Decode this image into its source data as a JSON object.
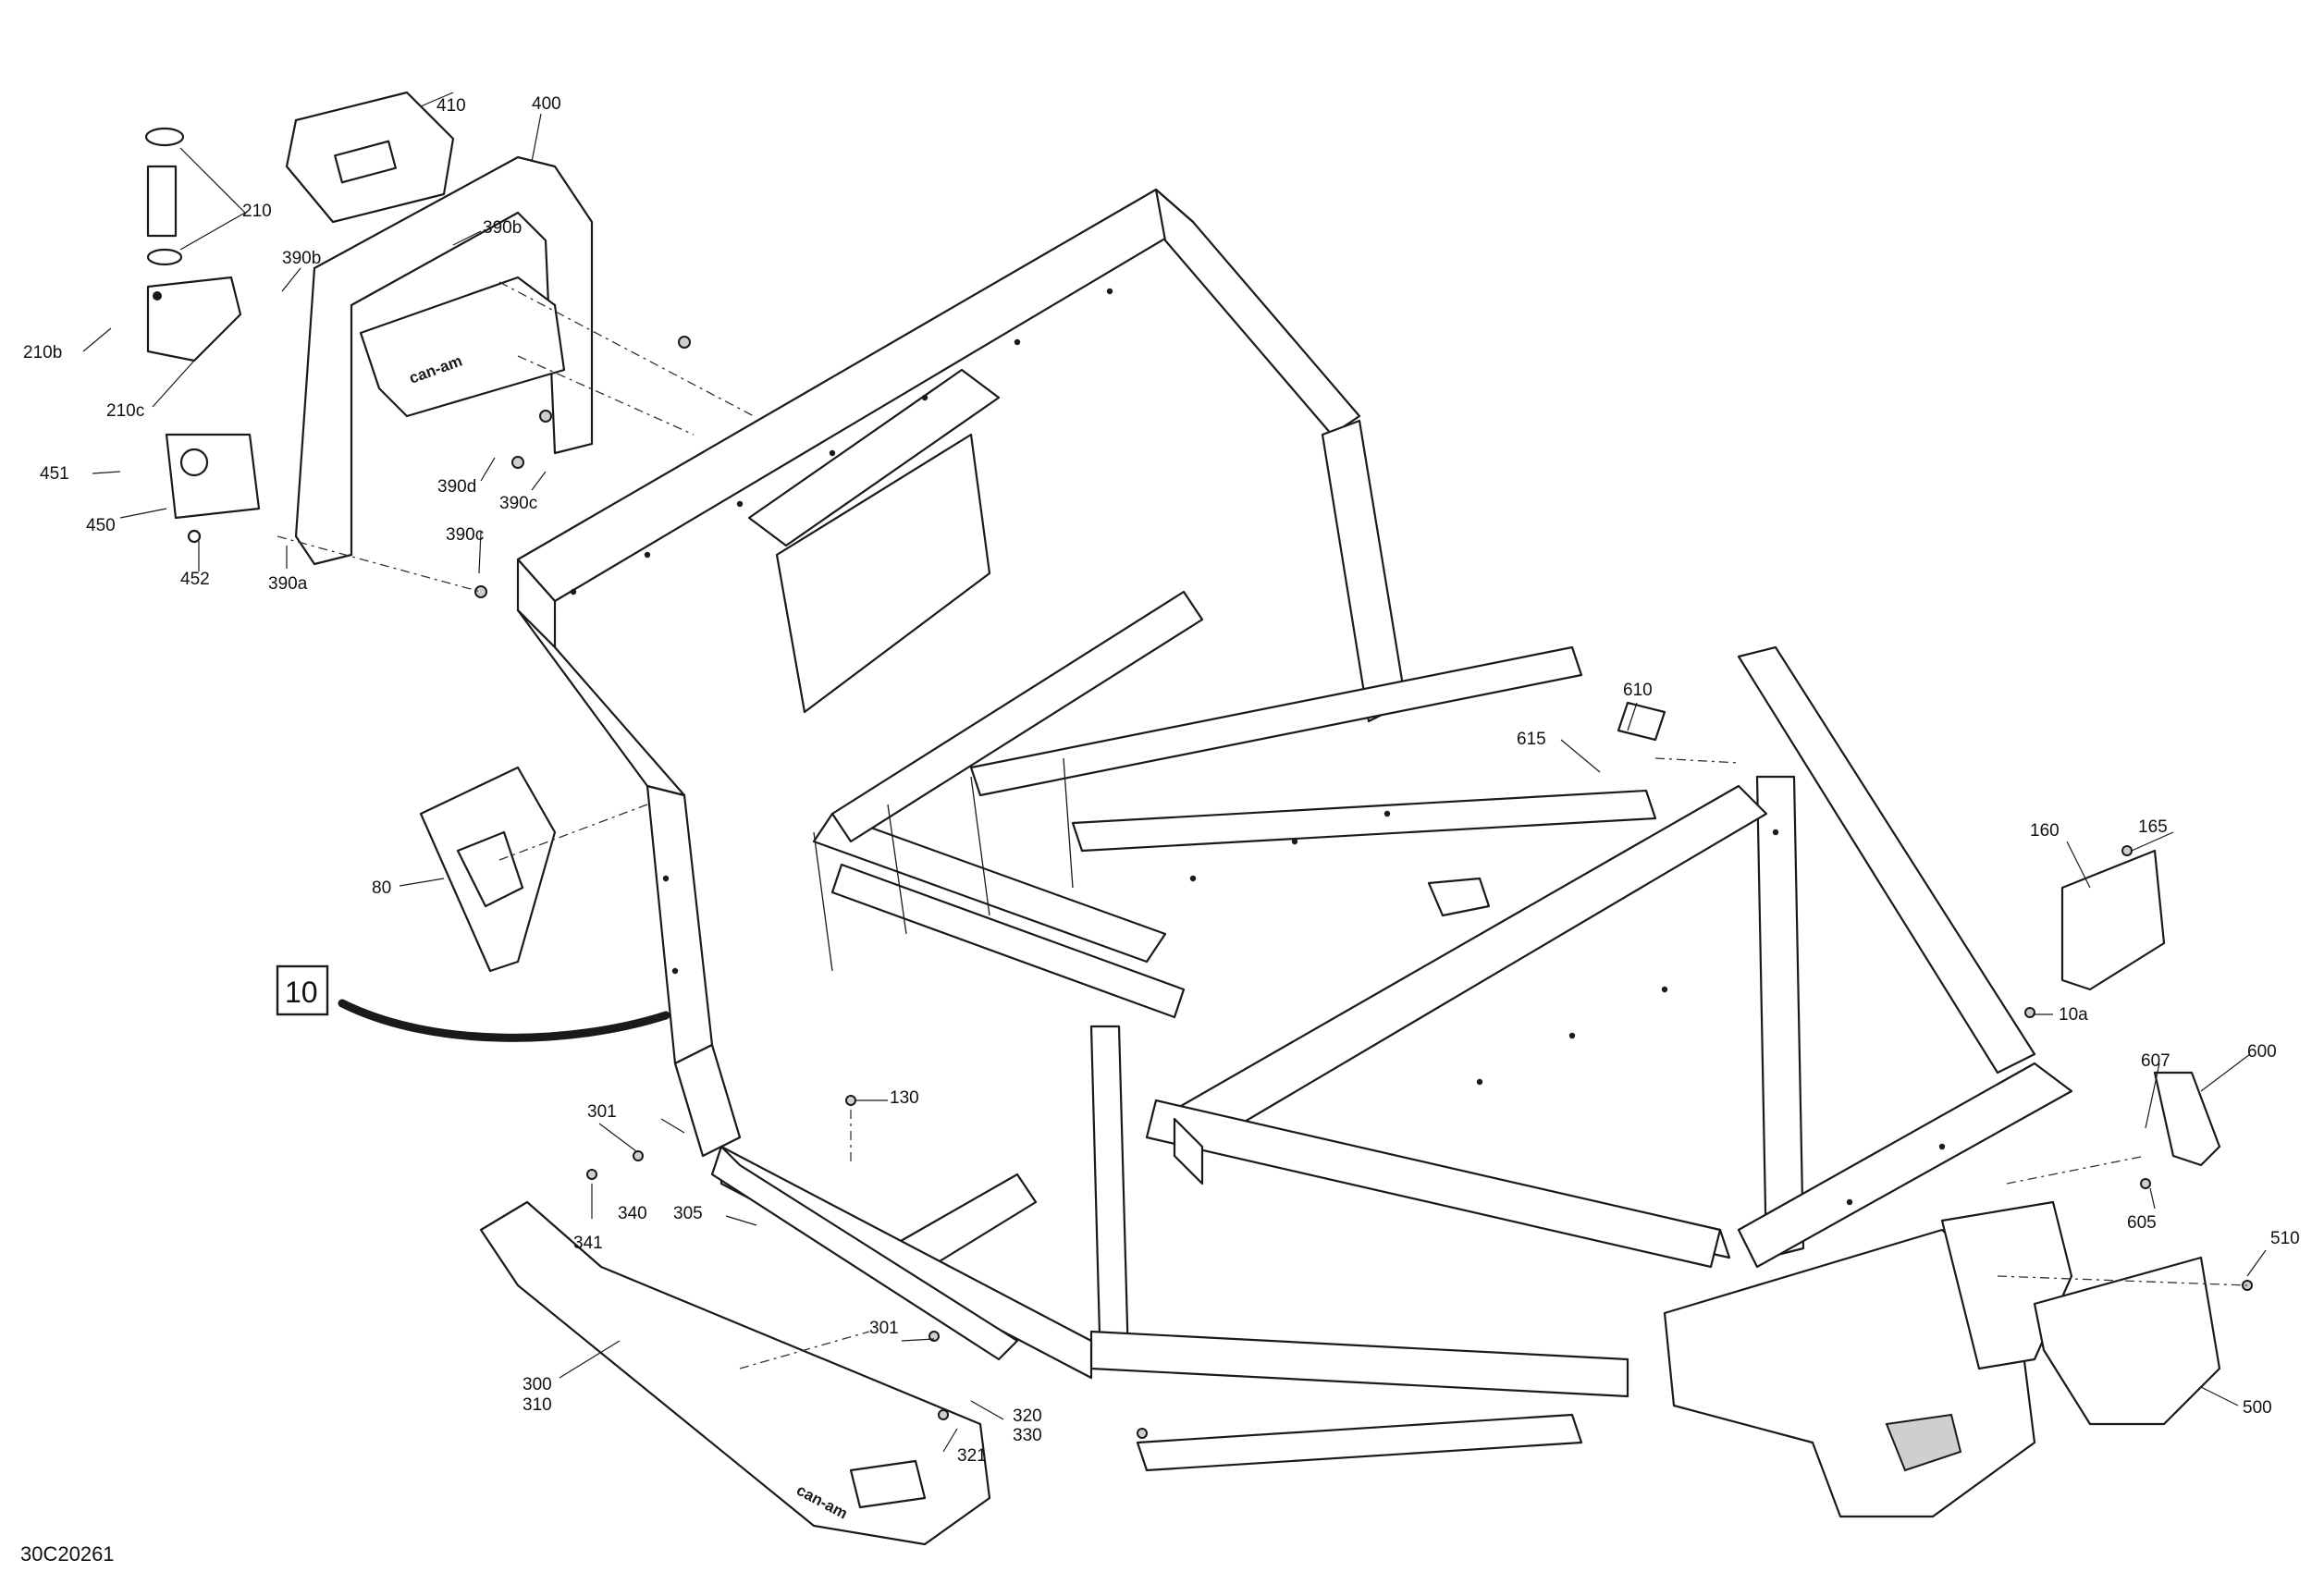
{
  "diagram": {
    "id_label": "30C20261",
    "reference_box": "10",
    "brand_marks": [
      "can-am",
      "can-am"
    ],
    "callouts": [
      {
        "key": "410",
        "label": "410"
      },
      {
        "key": "400",
        "label": "400"
      },
      {
        "key": "210",
        "label": "210"
      },
      {
        "key": "390b_1",
        "label": "390b"
      },
      {
        "key": "390b_2",
        "label": "390b"
      },
      {
        "key": "210b",
        "label": "210b"
      },
      {
        "key": "210c",
        "label": "210c"
      },
      {
        "key": "451",
        "label": "451"
      },
      {
        "key": "450",
        "label": "450"
      },
      {
        "key": "452",
        "label": "452"
      },
      {
        "key": "390d",
        "label": "390d"
      },
      {
        "key": "390c_1",
        "label": "390c"
      },
      {
        "key": "390c_2",
        "label": "390c"
      },
      {
        "key": "390a",
        "label": "390a"
      },
      {
        "key": "80",
        "label": "80"
      },
      {
        "key": "610",
        "label": "610"
      },
      {
        "key": "615",
        "label": "615"
      },
      {
        "key": "160",
        "label": "160"
      },
      {
        "key": "165",
        "label": "165"
      },
      {
        "key": "10a",
        "label": "10a"
      },
      {
        "key": "607",
        "label": "607"
      },
      {
        "key": "600",
        "label": "600"
      },
      {
        "key": "605",
        "label": "605"
      },
      {
        "key": "510",
        "label": "510"
      },
      {
        "key": "500",
        "label": "500"
      },
      {
        "key": "130",
        "label": "130"
      },
      {
        "key": "301_1",
        "label": "301"
      },
      {
        "key": "301_2",
        "label": "301"
      },
      {
        "key": "340",
        "label": "340"
      },
      {
        "key": "341",
        "label": "341"
      },
      {
        "key": "305",
        "label": "305"
      },
      {
        "key": "300",
        "label": "300"
      },
      {
        "key": "310",
        "label": "310"
      },
      {
        "key": "320",
        "label": "320"
      },
      {
        "key": "330",
        "label": "330"
      },
      {
        "key": "321",
        "label": "321"
      }
    ]
  }
}
